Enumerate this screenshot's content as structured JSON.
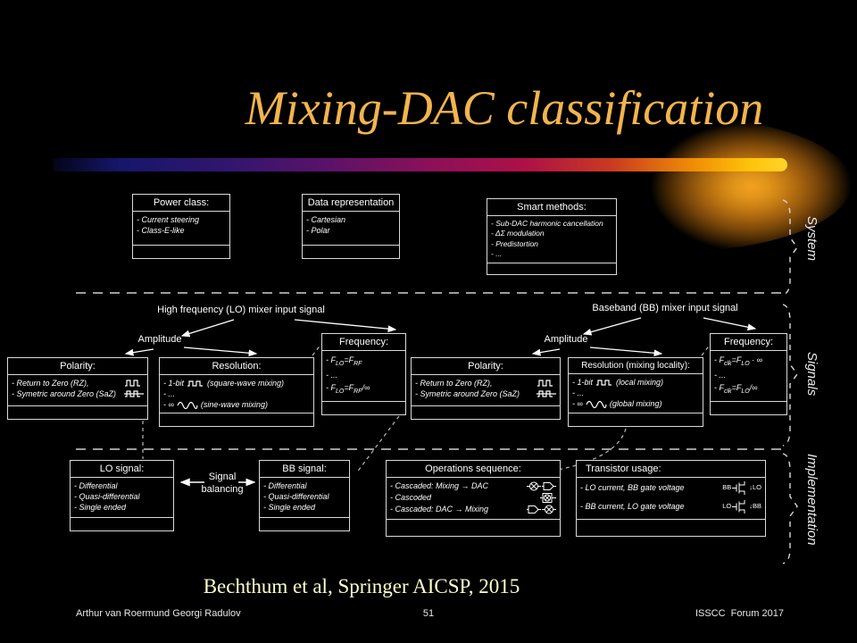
{
  "slide": {
    "title": "Mixing-DAC classification",
    "citation": "Bechthum et al, Springer AICSP, 2015",
    "footer_left": "Arthur van Roermund Georgi Radulov",
    "footer_center": "51",
    "footer_right": "ISSCC  Forum 2017"
  },
  "side_labels": {
    "system": "System",
    "signals": "Signals",
    "implementation": "Implementation"
  },
  "colors": {
    "title_gold": "#F2B44E",
    "citation_cream": "#FFFFC8",
    "box_border": "#D9D9D9",
    "bar_navy": "#16166B",
    "bar_magenta": "#AD1048",
    "bar_gold": "#FFC30A",
    "swoosh_orange": "#C67C13"
  },
  "icons": {
    "square_wave": "square-wave-icon",
    "square_wave_saz": "square-wave-saz-icon",
    "sine_wave": "sine-wave-icon",
    "mixer": "mixer-icon",
    "dac": "dac-icon",
    "cascode": "cascode-mixer-icon",
    "transistor": "transistor-icon"
  },
  "system_row": {
    "power_class": {
      "title": "Power class:",
      "items": [
        "- Current steering",
        "- Class-E-like"
      ]
    },
    "data_representation": {
      "title": "Data representation",
      "items": [
        "- Cartesian",
        "- Polar"
      ]
    },
    "smart_methods": {
      "title": "Smart methods:",
      "items": [
        "- Sub-DAC harmonic cancellation",
        "- ΔΣ modulation",
        "- Predistortion",
        "- ..."
      ]
    }
  },
  "signals_row": {
    "lo_header": "High frequency (LO) mixer input signal",
    "bb_header": "Baseband (BB) mixer input signal",
    "amplitude_left": "Amplitude",
    "amplitude_right": "Amplitude",
    "polarity_left": {
      "title": "Polarity:",
      "item1": "- Return to Zero (RZ),",
      "item2": "- Symetric around Zero (SaZ)"
    },
    "resolution_left": {
      "title": "Resolution:",
      "item1_pre": "- 1-bit",
      "item1_post": "(square-wave mixing)",
      "item2": "- ...",
      "item3_pre": "- ∞",
      "item3_post": "(sine-wave mixing)"
    },
    "frequency_left": {
      "title": "Frequency:",
      "l1a": "- F",
      "l1s1": "LO",
      "l1b": "=F",
      "l1s2": "RF",
      "l1c": "",
      "l2": "- ...",
      "l3a": "- F",
      "l3s1": "LO",
      "l3b": "=F",
      "l3s2": "RF",
      "l3c": "/∞"
    },
    "polarity_right": {
      "title": "Polarity:",
      "item1": "- Return to Zero (RZ),",
      "item2": "- Symetric around Zero (SaZ)"
    },
    "resolution_right": {
      "title": "Resolution (mixing locality):",
      "item1_pre": "- 1-bit",
      "item1_post": "(local mixing)",
      "item2": "- ...",
      "item3_pre": "- ∞",
      "item3_post": "(global mixing)"
    },
    "frequency_right": {
      "title": "Frequency:",
      "l1a": "- F",
      "l1s1": "clk",
      "l1b": "=F",
      "l1s2": "LO",
      "l1c": " · ∞",
      "l2": "- ...",
      "l3a": "- F",
      "l3s1": "clk",
      "l3b": "=F",
      "l3s2": "LO",
      "l3c": "/∞"
    }
  },
  "implementation_row": {
    "lo_signal": {
      "title": "LO signal:",
      "items": [
        "- Differential",
        "- Quasi-differential",
        "- Single ended"
      ]
    },
    "signal_balancing_1": "Signal",
    "signal_balancing_2": "balancing",
    "bb_signal": {
      "title": "BB signal:",
      "items": [
        "- Differential",
        "- Quasi-differential",
        "- Single ended"
      ]
    },
    "operations_sequence": {
      "title": "Operations sequence:",
      "item1": "- Cascaded: Mixing → DAC",
      "item2": "- Cascoded",
      "item3": "- Cascaded: DAC → Mixing"
    },
    "transistor_usage": {
      "title": "Transistor usage:",
      "item1": "- LO current, BB gate voltage",
      "item1_gate": "BB",
      "item1_cur": "↓LO",
      "item2": "- BB current, LO gate voltage",
      "item2_gate": "LO",
      "item2_cur": "↓BB"
    }
  }
}
